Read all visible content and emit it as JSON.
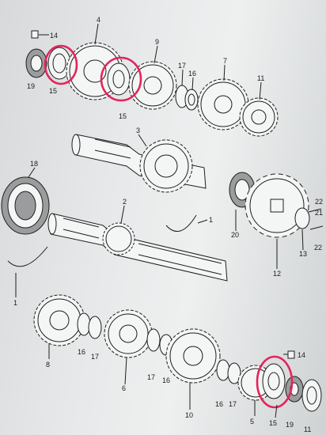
{
  "diagram": {
    "labels": {
      "l14a": "14",
      "l19a": "19",
      "l15a": "15",
      "l4": "4",
      "l15b": "15",
      "l9": "9",
      "l17a": "17",
      "l16a": "16",
      "l7": "7",
      "l11a": "11",
      "l3": "3",
      "l18": "18",
      "l2": "2",
      "l1a": "1",
      "l20": "20",
      "l12": "12",
      "l13": "13",
      "l22a": "22",
      "l22b": "22",
      "l21": "21",
      "l1b": "1",
      "l8": "8",
      "l16b": "16",
      "l17b": "17",
      "l6": "6",
      "l17c": "17",
      "l16c": "16",
      "l10": "10",
      "l16d": "16",
      "l17d": "17",
      "l5": "5",
      "l15c": "15",
      "l19b": "19",
      "l14b": "14",
      "l11b": "11"
    },
    "highlight_color": "#e4245a"
  }
}
